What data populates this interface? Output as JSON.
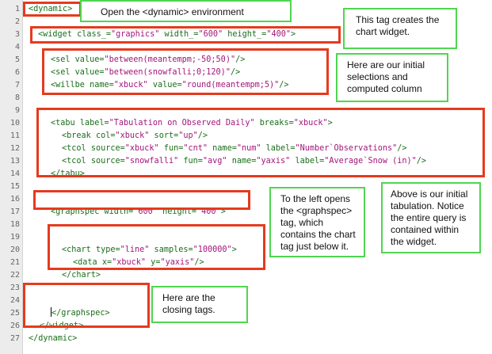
{
  "editor": {
    "line_numbers": [
      "1",
      "2",
      "3",
      "4",
      "5",
      "6",
      "7",
      "8",
      "9",
      "10",
      "11",
      "12",
      "13",
      "14",
      "15",
      "16",
      "17",
      "18",
      "19",
      "20",
      "21",
      "22",
      "23",
      "24",
      "25",
      "26",
      "27"
    ],
    "lines": {
      "l1": "<dynamic>",
      "l3a": "<widget ",
      "l3b": "class_=",
      "l3c": "\"graphics\"",
      "l3d": " width_=",
      "l3e": "\"600\"",
      "l3f": " height_=",
      "l3g": "\"400\"",
      "l3h": ">",
      "l5a": "<sel ",
      "l5b": "value=",
      "l5c": "\"between(meantempm;-50;50)\"",
      "l5d": "/>",
      "l6a": "<sel ",
      "l6b": "value=",
      "l6c": "\"between(snowfalli;0;120)\"",
      "l6d": "/>",
      "l7a": "<willbe ",
      "l7b": "name=",
      "l7c": "\"xbuck\"",
      "l7d": " value=",
      "l7e": "\"round(meantempm;5)\"",
      "l7f": "/>",
      "l10a": "<tabu ",
      "l10b": "label=",
      "l10c": "\"Tabulation on Observed Daily\"",
      "l10d": " breaks=",
      "l10e": "\"xbuck\"",
      "l10f": ">",
      "l11a": "<break ",
      "l11b": "col=",
      "l11c": "\"xbuck\"",
      "l11d": " sort=",
      "l11e": "\"up\"",
      "l11f": "/>",
      "l12a": "<tcol ",
      "l12b": "source=",
      "l12c": "\"xbuck\"",
      "l12d": " fun=",
      "l12e": "\"cnt\"",
      "l12f": " name=",
      "l12g": "\"num\"",
      "l12h": " label=",
      "l12i": "\"Number`Observations\"",
      "l12j": "/>",
      "l13a": "<tcol ",
      "l13b": "source=",
      "l13c": "\"snowfalli\"",
      "l13d": " fun=",
      "l13e": "\"avg\"",
      "l13f": " name=",
      "l13g": "\"yaxis\"",
      "l13h": " label=",
      "l13i": "\"Average`Snow (in)\"",
      "l13j": "/>",
      "l14": "</tabu>",
      "l17a": "<graphspec ",
      "l17b": "width=",
      "l17c": "\"600\"",
      "l17d": " height=",
      "l17e": "\"400\"",
      "l17f": ">",
      "l20a": "<chart ",
      "l20b": "type=",
      "l20c": "\"line\"",
      "l20d": " samples=",
      "l20e": "\"100000\"",
      "l20f": ">",
      "l21a": "<data ",
      "l21b": "x=",
      "l21c": "\"xbuck\"",
      "l21d": " y=",
      "l21e": "\"yaxis\"",
      "l21f": "/>",
      "l22": "</chart>",
      "l25": "</graphspec>",
      "l26": "</widget>",
      "l27": "</dynamic>"
    }
  },
  "notes": {
    "n1": "Open the <dynamic> environment",
    "n2": "This tag creates the chart widget.",
    "n3": "Here are our initial selections and computed column",
    "n4": "To the left opens the <graphspec> tag, which contains the chart tag just below it.",
    "n5": "Above is our initial tabulation. Notice the entire query is contained within the widget.",
    "n6": "Here are the closing tags."
  },
  "colors": {
    "box_border": "#e63a1e",
    "note_border": "#4fd64f",
    "tag_text": "#1a6e1a",
    "value_text": "#a3157a"
  }
}
